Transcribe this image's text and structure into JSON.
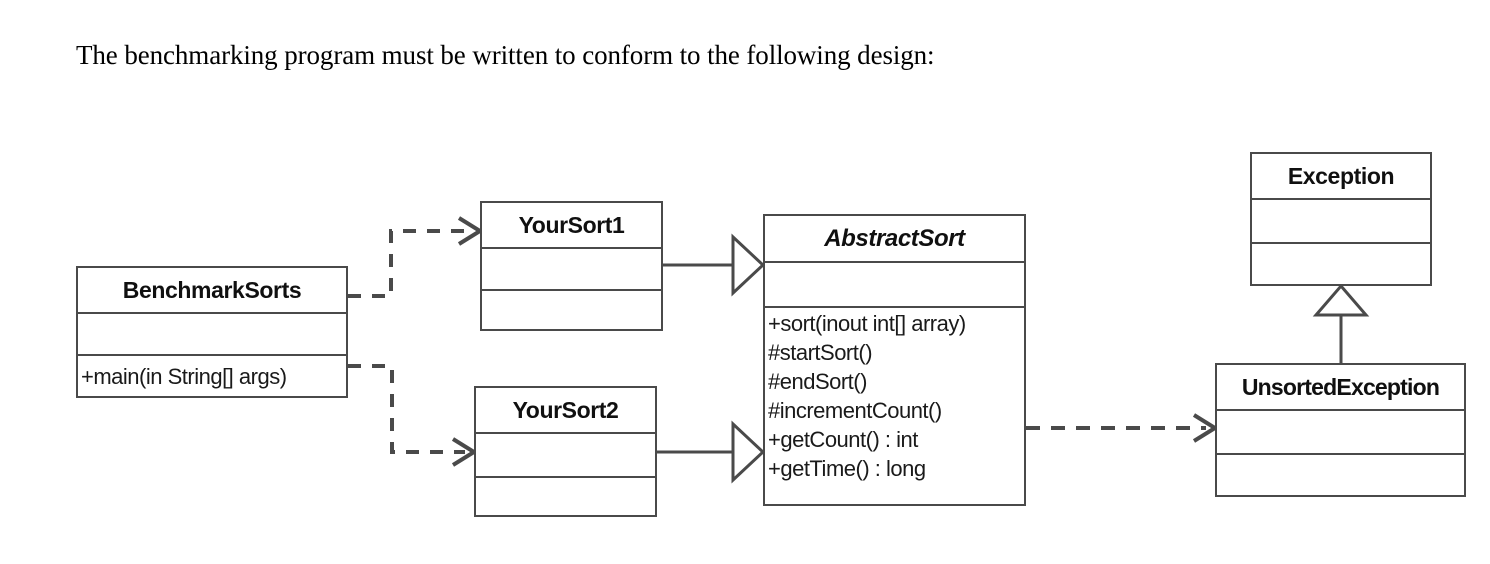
{
  "page": {
    "intro_text": "The benchmarking program must be written to conform to the following design:",
    "background_color": "#ffffff",
    "line_color": "#4a4a4a",
    "text_color": "#101010"
  },
  "diagram": {
    "type": "uml-class-diagram",
    "classes": [
      {
        "id": "benchmarksorts",
        "name": "BenchmarkSorts",
        "abstract": false,
        "attributes": [],
        "operations": [
          "+main(in String[] args)"
        ]
      },
      {
        "id": "yoursort1",
        "name": "YourSort1",
        "abstract": false,
        "attributes": [],
        "operations": []
      },
      {
        "id": "yoursort2",
        "name": "YourSort2",
        "abstract": false,
        "attributes": [],
        "operations": []
      },
      {
        "id": "abstractsort",
        "name": "AbstractSort",
        "abstract": true,
        "attributes": [],
        "operations": [
          "+sort(inout int[] array)",
          "#startSort()",
          "#endSort()",
          "#incrementCount()",
          "+getCount() : int",
          "+getTime() : long"
        ]
      },
      {
        "id": "exception",
        "name": "Exception",
        "abstract": false,
        "attributes": [],
        "operations": []
      },
      {
        "id": "unsortedexception",
        "name": "UnsortedException",
        "abstract": false,
        "attributes": [],
        "operations": []
      }
    ],
    "relationships": [
      {
        "id": "dep-benchmark-yoursort1",
        "type": "dependency",
        "from": "benchmarksorts",
        "to": "yoursort1",
        "style": "dashed",
        "arrow": "open"
      },
      {
        "id": "dep-benchmark-yoursort2",
        "type": "dependency",
        "from": "benchmarksorts",
        "to": "yoursort2",
        "style": "dashed",
        "arrow": "open"
      },
      {
        "id": "gen-yoursort1-abstractsort",
        "type": "generalization",
        "from": "yoursort1",
        "to": "abstractsort",
        "style": "solid",
        "arrow": "hollow-triangle"
      },
      {
        "id": "gen-yoursort2-abstractsort",
        "type": "generalization",
        "from": "yoursort2",
        "to": "abstractsort",
        "style": "solid",
        "arrow": "hollow-triangle"
      },
      {
        "id": "dep-abstractsort-unsorted",
        "type": "dependency",
        "from": "abstractsort",
        "to": "unsortedexception",
        "style": "dashed",
        "arrow": "open"
      },
      {
        "id": "gen-unsorted-exception",
        "type": "generalization",
        "from": "unsortedexception",
        "to": "exception",
        "style": "solid",
        "arrow": "hollow-triangle"
      }
    ]
  }
}
